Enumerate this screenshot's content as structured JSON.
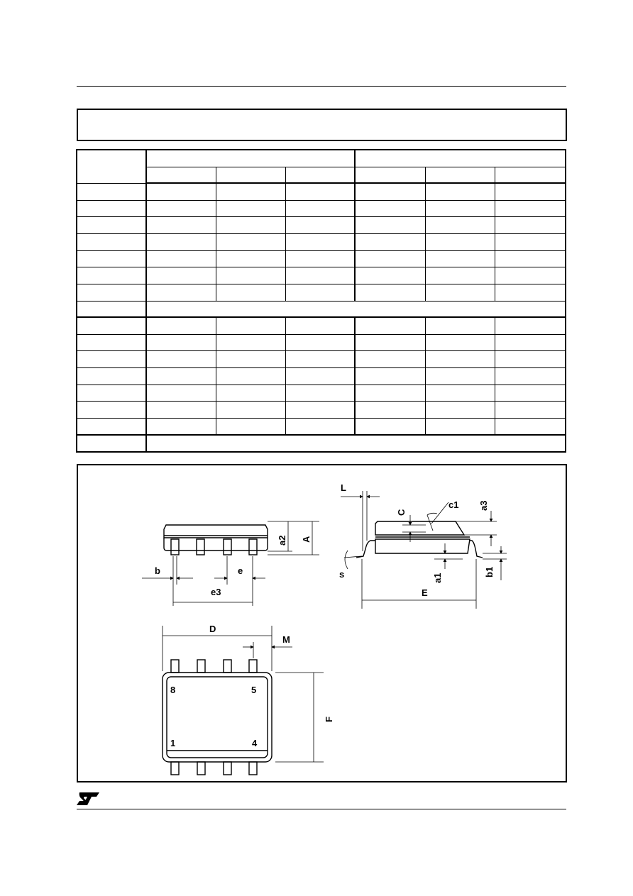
{
  "title": "",
  "table": {
    "group_headers": [
      "",
      ""
    ],
    "sub_headers": [
      "",
      "",
      "",
      "",
      "",
      ""
    ],
    "rows": [
      {
        "label": "",
        "cells": [
          "",
          "",
          "",
          "",
          "",
          ""
        ]
      },
      {
        "label": "",
        "cells": [
          "",
          "",
          "",
          "",
          "",
          ""
        ]
      },
      {
        "label": "",
        "cells": [
          "",
          "",
          "",
          "",
          "",
          ""
        ]
      },
      {
        "label": "",
        "cells": [
          "",
          "",
          "",
          "",
          "",
          ""
        ]
      },
      {
        "label": "",
        "cells": [
          "",
          "",
          "",
          "",
          "",
          ""
        ]
      },
      {
        "label": "",
        "cells": [
          "",
          "",
          "",
          "",
          "",
          ""
        ]
      },
      {
        "label": "",
        "cells": [
          "",
          "",
          "",
          "",
          "",
          ""
        ]
      },
      {
        "label": "",
        "span": ""
      },
      {
        "label": "",
        "cells": [
          "",
          "",
          "",
          "",
          "",
          ""
        ]
      },
      {
        "label": "",
        "cells": [
          "",
          "",
          "",
          "",
          "",
          ""
        ]
      },
      {
        "label": "",
        "cells": [
          "",
          "",
          "",
          "",
          "",
          ""
        ]
      },
      {
        "label": "",
        "cells": [
          "",
          "",
          "",
          "",
          "",
          ""
        ]
      },
      {
        "label": "",
        "cells": [
          "",
          "",
          "",
          "",
          "",
          ""
        ]
      },
      {
        "label": "",
        "cells": [
          "",
          "",
          "",
          "",
          "",
          ""
        ]
      },
      {
        "label": "",
        "cells": [
          "",
          "",
          "",
          "",
          "",
          ""
        ]
      },
      {
        "label": "",
        "span": ""
      }
    ]
  },
  "drawing": {
    "labels": {
      "L": "L",
      "C": "C",
      "c1": "c1",
      "a3": "a3",
      "a2": "a2",
      "A": "A",
      "b": "b",
      "e": "e",
      "e3": "e3",
      "s": "s",
      "a1": "a1",
      "b1": "b1",
      "E": "E",
      "D": "D",
      "M": "M",
      "F": "F",
      "pin8": "8",
      "pin5": "5",
      "pin1": "1",
      "pin4": "4"
    }
  },
  "logo": {
    "name": "st-logo-icon"
  }
}
